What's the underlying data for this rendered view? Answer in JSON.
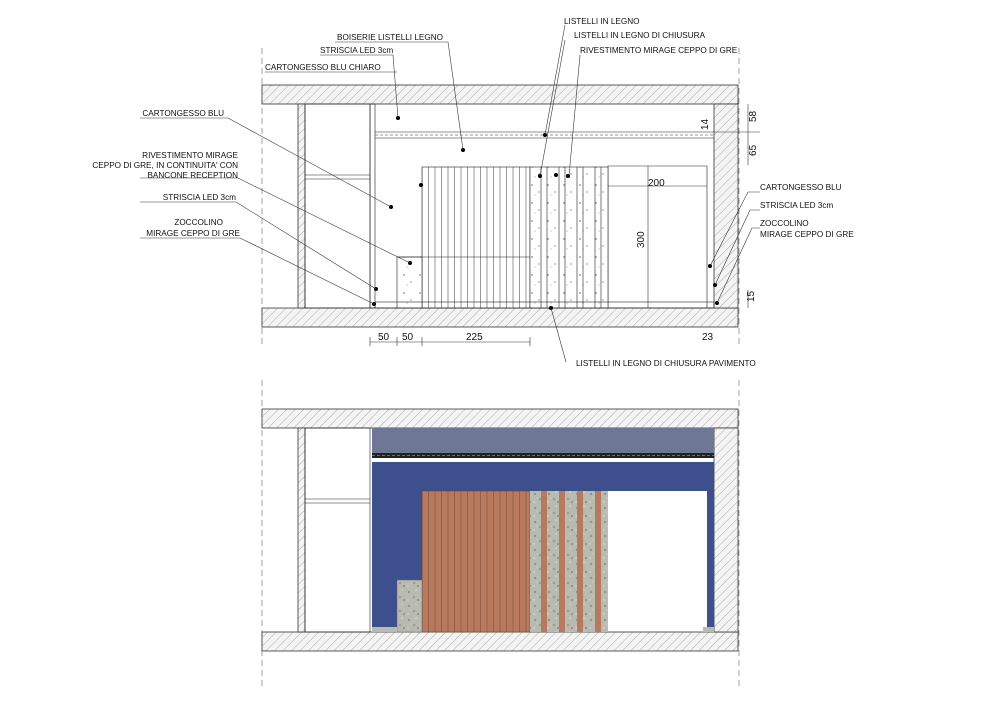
{
  "labels": {
    "boiserie": "BOISERIE LISTELLI LEGNO",
    "led_top": "STRISCIA LED 3cm",
    "carton_chiaro": "CARTONGESSO BLU CHIARO",
    "listelli_legno": "LISTELLI IN LEGNO",
    "listelli_chiusura": "LISTELLI IN LEGNO DI CHIUSURA",
    "rivestimento_right": "RIVESTIMENTO MIRAGE CEPPO DI GRE",
    "carton_blu_left": "CARTONGESSO BLU",
    "rivestimento_left_1": "RIVESTIMENTO MIRAGE",
    "rivestimento_left_2": "CEPPO DI GRE, IN CONTINUITA' CON",
    "rivestimento_left_3": "BANCONE RECEPTION",
    "led_left": "STRISCIA LED 3cm",
    "zoccolino_left_1": "ZOCCOLINO",
    "zoccolino_left_2": "MIRAGE CEPPO DI GRE",
    "carton_blu_right": "CARTONGESSO BLU",
    "led_right": "STRISCIA LED 3cm",
    "zoccolino_right_1": "ZOCCOLINO",
    "zoccolino_right_2": "MIRAGE CEPPO DI GRE",
    "listelli_pavimento": "LISTELLI IN LEGNO DI CHIUSURA PAVIMENTO"
  },
  "dimensions": {
    "d50a": "50",
    "d50b": "50",
    "d225": "225",
    "d23": "23",
    "d200": "200",
    "d300": "300",
    "d14": "14",
    "d58": "58",
    "d65": "65",
    "d15": "15"
  },
  "colors": {
    "wall_blue": "#3d4f8c",
    "ceiling_grey_blue": "#6e7896",
    "wood": "#b87a5e",
    "stone": "#b9bab0"
  },
  "icons": {
    "wall_pattern": "diagonal-hatch",
    "stone_pattern": "speckled-stone"
  }
}
